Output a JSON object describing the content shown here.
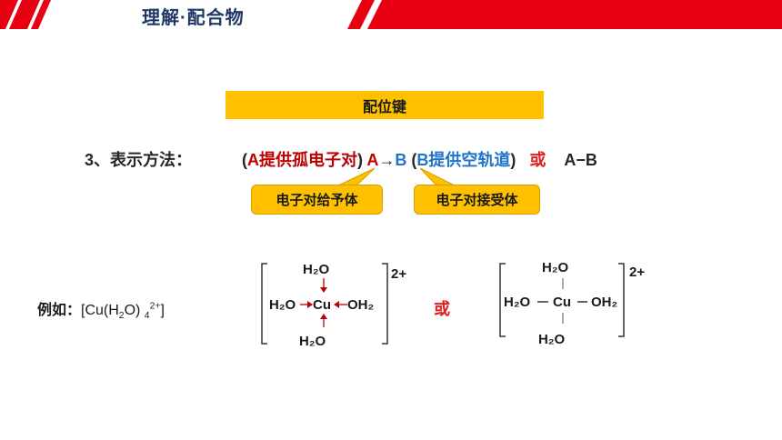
{
  "header": {
    "title": "理解·配合物",
    "accent_color": "#e60012"
  },
  "banner": {
    "label": "配位键",
    "color": "#ffc000"
  },
  "method": {
    "label": "3、表示方法：",
    "open_paren": "(",
    "a_letter": "A",
    "a_desc": "提供孤电子对",
    "close_paren": ")",
    "a_symbol": "A",
    "arrow": "→",
    "b_symbol": "B",
    "b_open": "(",
    "b_letter": "B",
    "b_desc": "提供空轨道",
    "b_close": ")",
    "or": "或",
    "alt": "A−B"
  },
  "callouts": {
    "donor": "电子对给予体",
    "acceptor": "电子对接受体"
  },
  "example": {
    "label": "例如：",
    "formula_open": "[Cu(H",
    "formula_sub": "2",
    "formula_mid": "O) ",
    "formula_count": "4",
    "formula_charge": "2+",
    "formula_close": "]"
  },
  "structure_arrow": {
    "top": "H₂O",
    "left": "H₂O",
    "center": "Cu",
    "right": "OH₂",
    "bottom": "H₂O",
    "charge": "2+"
  },
  "or_between": "或",
  "structure_line": {
    "top": "H₂O",
    "left": "H₂O",
    "center": "Cu",
    "right": "OH₂",
    "bottom": "H₂O",
    "charge": "2+"
  }
}
